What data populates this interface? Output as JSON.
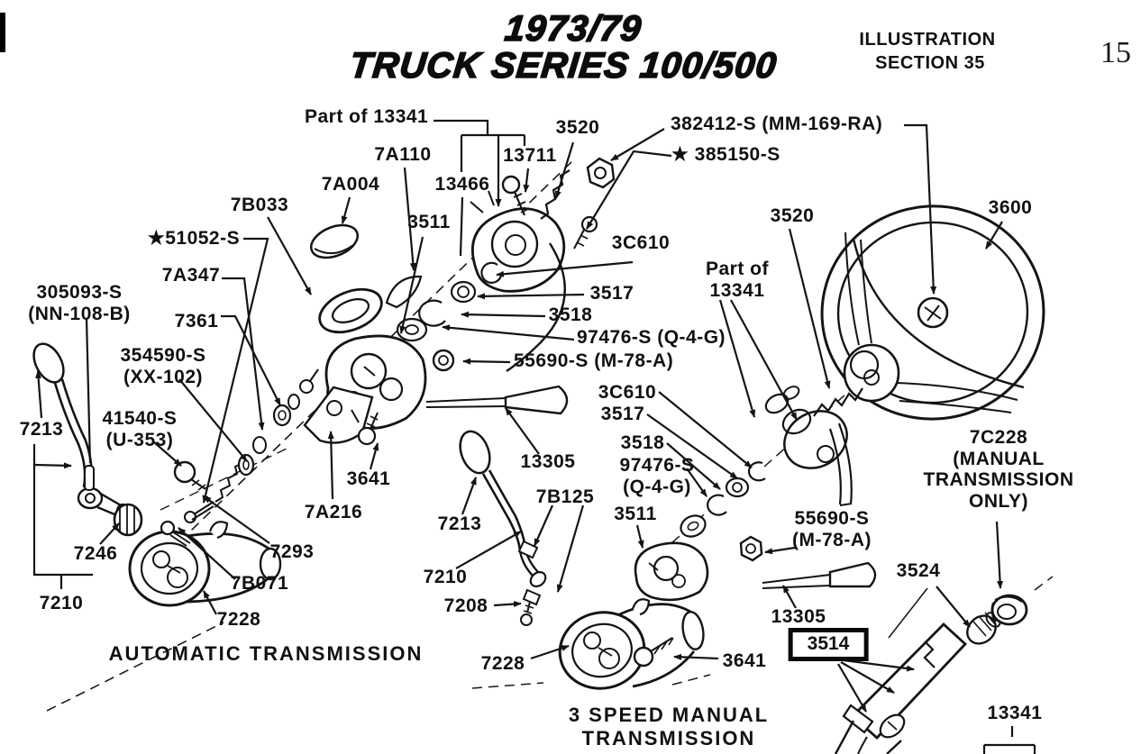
{
  "page": {
    "title_line1": "1973/79",
    "title_line2": "TRUCK SERIES 100/500",
    "section_line1": "ILLUSTRATION",
    "section_line2": "SECTION 35",
    "page_number": "15"
  },
  "captions": {
    "automatic": "AUTOMATIC TRANSMISSION",
    "three_speed": "3 SPEED MANUAL\nTRANSMISSION"
  },
  "callouts": {
    "part_of_13341_top": "Part of 13341",
    "p7a004": "7A004",
    "p7a110": "7A110",
    "p13466": "13466",
    "p13711": "13711",
    "p3520_top": "3520",
    "p382412": "382412-S (MM-169-RA)",
    "p385150": "★ 385150-S",
    "p3511_top": "3511",
    "p7b033": "7B033",
    "p51052": "★51052-S",
    "p7a347": "7A347",
    "p305093": "305093-S\n(NN-108-B)",
    "p7361": "7361",
    "p354590": "354590-S\n(XX-102)",
    "p41540": "41540-S\n(U-353)",
    "p7213_left": "7213",
    "p3c610_1": "3C610",
    "p3517_1": "3517",
    "p3518_1": "3518",
    "p97476_1": "97476-S (Q-4-G)",
    "p55690_1": "55690-S (M-78-A)",
    "part_of_13341_right": "Part of\n13341",
    "p3520_right": "3520",
    "p3600": "3600",
    "p3c610_2": "3C610",
    "p3517_2": "3517",
    "p3518_2": "3518",
    "p97476_2": "97476-S\n(Q-4-G)",
    "p3511_2": "3511",
    "p55690_2": "55690-S\n(M-78-A)",
    "p13305_1": "13305",
    "p7b125": "7B125",
    "p7213_2": "7213",
    "p7210_2": "7210",
    "p7208": "7208",
    "p7246": "7246",
    "p7210_left": "7210",
    "p7228_left": "7228",
    "p7293": "7293",
    "p7b071": "7B071",
    "p7a216": "7A216",
    "p3641_1": "3641",
    "p7228_2": "7228",
    "p3641_2": "3641",
    "p13305_2": "13305",
    "p3514": "3514",
    "p3524": "3524",
    "p7c228": "7C228\n(MANUAL\nTRANSMISSION\nONLY)",
    "p13341_bottom": "13341"
  },
  "colors": {
    "ink": "#141414",
    "paper": "#ffffff"
  }
}
